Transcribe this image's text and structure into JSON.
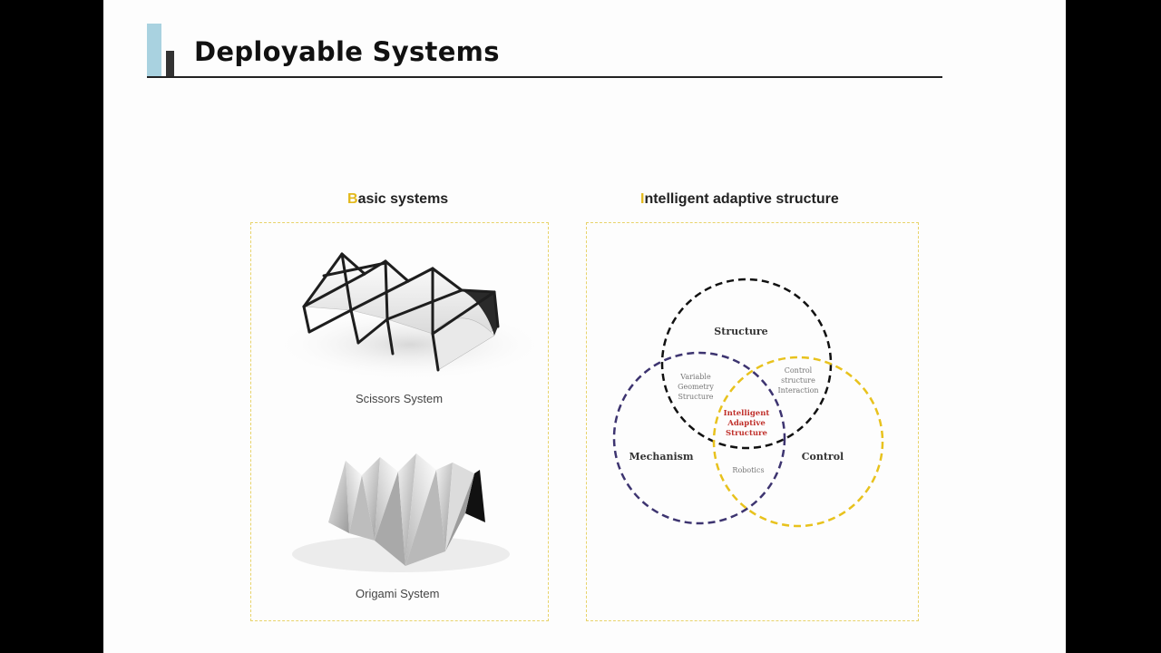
{
  "slide": {
    "title": "Deployable Systems"
  },
  "left_panel": {
    "heading_initial": "B",
    "heading_rest": "asic systems",
    "items": [
      {
        "caption": "Scissors System"
      },
      {
        "caption": "Origami System"
      }
    ]
  },
  "right_panel": {
    "heading_initial": "I",
    "heading_rest": "ntelligent adaptive structure",
    "venn": {
      "circles": [
        {
          "label": "Structure",
          "color": "#111111"
        },
        {
          "label": "Mechanism",
          "color": "#3d3470"
        },
        {
          "label": "Control",
          "color": "#e8c21d"
        }
      ],
      "overlaps": {
        "structure_mechanism": [
          "Variable",
          "Geometry",
          "Structure"
        ],
        "structure_control": [
          "Control",
          "structure",
          "Interaction"
        ],
        "mechanism_control": "Robotics",
        "center": [
          "Intelligent",
          "Adaptive",
          "Structure"
        ]
      },
      "center_color": "#c0302b"
    }
  },
  "colors": {
    "accent_yellow": "#e3b91b",
    "title_bar_blue": "#a9d2e0",
    "panel_border": "#e8d36a"
  }
}
